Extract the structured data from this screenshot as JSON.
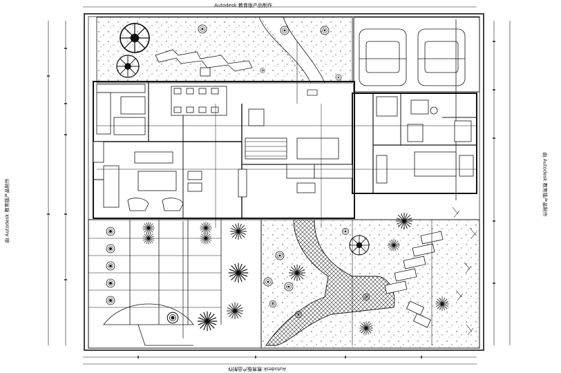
{
  "watermarks": {
    "top": "Autodesk 教育版产品制作",
    "bottom": "Autodesk 教育版产品制作",
    "left": "由 Autodesk 教育版产品制作",
    "right": "由 Autodesk 教育版产品制作"
  },
  "colors": {
    "line": "#111111",
    "background": "#ffffff",
    "hatch": "#555555"
  },
  "icons": [
    "tree-symbol-icon",
    "car-icon",
    "shrub-symbol-icon",
    "stepping-stone-icon"
  ]
}
